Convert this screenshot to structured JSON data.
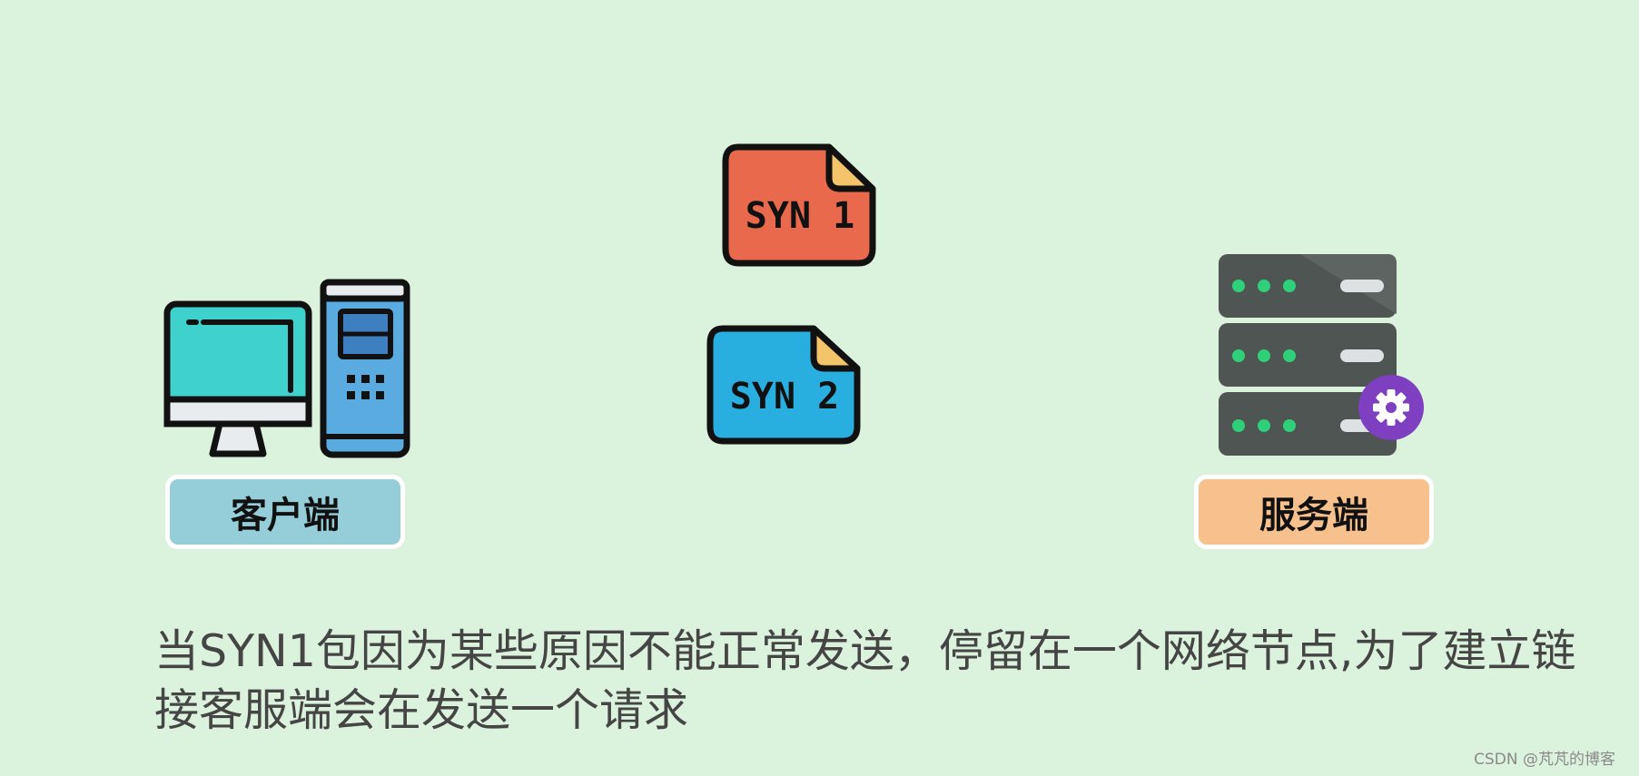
{
  "client": {
    "label": "客户端",
    "label_color": "#95ced9"
  },
  "server": {
    "label": "服务端",
    "label_color": "#f7c18e"
  },
  "packets": [
    {
      "label": "SYN 1",
      "color": "#e8694c"
    },
    {
      "label": "SYN 2",
      "color": "#29aee0"
    }
  ],
  "caption": {
    "line1": "当SYN1包因为某些原因不能正常发送，停留在一个网络节点,为了建立链",
    "line2": "接客服端会在发送一个请求"
  },
  "watermark": "CSDN @芃芃的博客"
}
